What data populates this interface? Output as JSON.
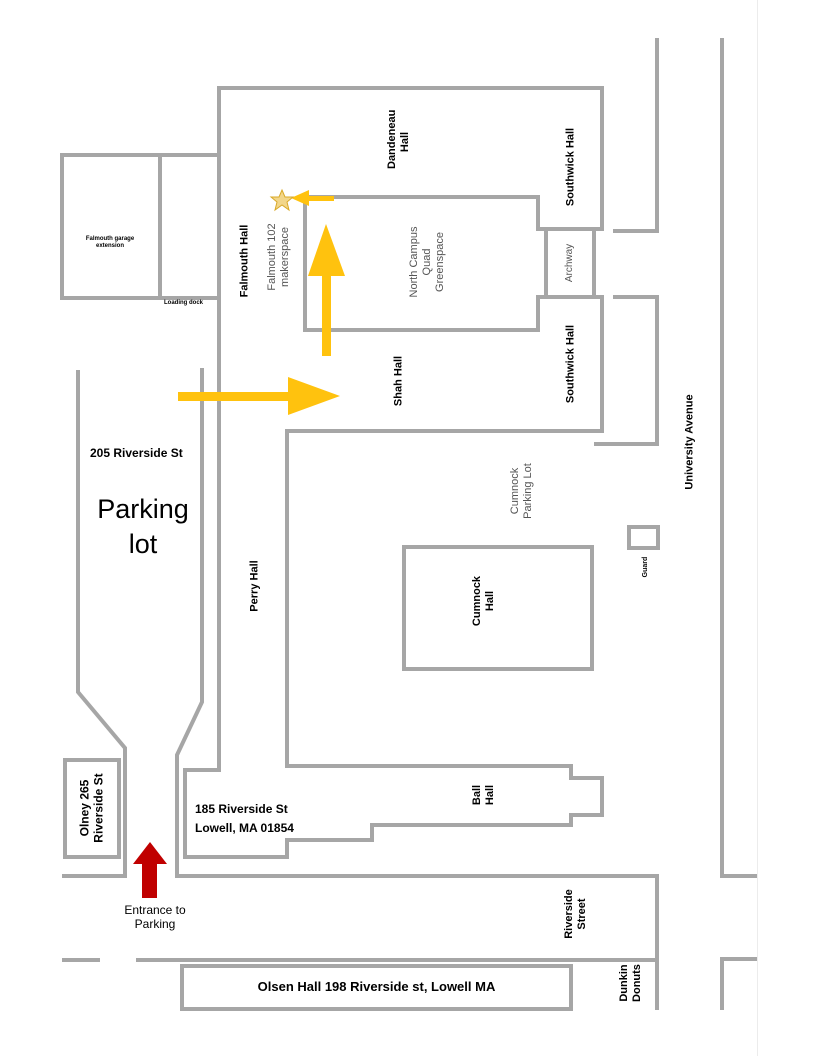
{
  "labels": {
    "dandeneau": "Dandeneau Hall",
    "southwick_top": "Southwick Hall",
    "southwick_bottom": "Southwick Hall",
    "falmouth_hall": "Falmouth Hall",
    "makerspace": "Falmouth 102 makerspace",
    "quad": "North Campus Quad Greenspace",
    "archway": "Archway",
    "garage": "Falmouth garage extension",
    "loading_dock": "Loading dock",
    "shah": "Shah Hall",
    "university_ave": "University Avenue",
    "riverside_205": "205 Riverside St",
    "parking_lot": "Parking lot",
    "cumnock_lot": "Cumnock Parking Lot",
    "guard": "Guard",
    "cumnock_hall": "Cumnock Hall",
    "perry": "Perry Hall",
    "ball": "Ball Hall",
    "riverside_185_line1": "185 Riverside St",
    "riverside_185_line2": "Lowell, MA 01854",
    "olney": "Olney 265 Riverside St",
    "entrance": "Entrance to Parking",
    "riverside_street": "Riverside Street",
    "olsen": "Olsen Hall 198 Riverside st, Lowell MA",
    "dunkin": "Dunkin Donuts"
  },
  "colors": {
    "walls": "#a6a6a6",
    "route_arrow": "#ffc20e",
    "entrance_arrow": "#c00000",
    "destination_star": "#f2d68a"
  },
  "icons": {
    "destination": "star-icon",
    "route": "arrow-icon",
    "entrance": "arrow-up-icon"
  }
}
